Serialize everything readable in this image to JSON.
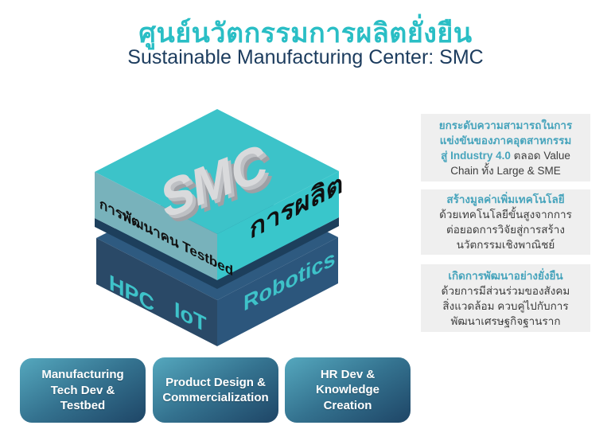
{
  "header": {
    "title_th": "ศูนย์นวัตกรรมการผลิตยั่งยืน",
    "subtitle_en": "Sustainable Manufacturing Center: SMC"
  },
  "cube": {
    "top_layer": {
      "top_label": "SMC",
      "left_label": "การพัฒนาคน Testbed",
      "right_label": "การผลิต"
    },
    "bottom_layer": {
      "left_label_1": "HPC",
      "left_label_2": "IoT",
      "right_label": "Robotics"
    }
  },
  "benefits": [
    {
      "lines": [
        {
          "teal": "ยกระดับความสามารถในการ"
        },
        {
          "teal": "แข่งขันของภาคอุตสาหกรรม"
        },
        {
          "teal": "สู่ Industry 4.0",
          "dark": " ตลอด Value"
        },
        {
          "dark": "Chain ทั้ง Large & SME"
        }
      ]
    },
    {
      "lines": [
        {
          "teal": "สร้างมูลค่าเพิ่มเทคโนโลยี"
        },
        {
          "dark": "ด้วยเทคโนโลยีขั้นสูงจากการ"
        },
        {
          "dark": "ต่อยอดการวิจัยสู่การสร้าง"
        },
        {
          "dark": "นวัตกรรมเชิงพาณิชย์"
        }
      ]
    },
    {
      "lines": [
        {
          "teal": "เกิดการพัฒนาอย่างยั่งยืน"
        },
        {
          "dark": "ด้วยการมีส่วนร่วมของสังคม"
        },
        {
          "dark": "สิ่งแวดล้อม ควบคู่ไปกับการ"
        },
        {
          "dark": "พัฒนาเศรษฐกิจฐานราก"
        }
      ]
    }
  ],
  "pillars": [
    {
      "label": "Manufacturing Tech Dev & Testbed"
    },
    {
      "label": "Product Design & Commercialization"
    },
    {
      "label": "HR Dev & Knowledge Creation"
    }
  ],
  "colors": {
    "title_teal": "#2ABEC5",
    "subtitle_navy": "#1C3C5E",
    "cube_top_teal": "#3CC3C9",
    "cube_left_teal": "#78B2BB",
    "cube_right_teal": "#39C6CB",
    "cube_navy_left": "#2A4967",
    "cube_navy_right": "#2C567C",
    "cube_navy_top": "#2E5A80",
    "benefit_bg": "#EFEFEF",
    "benefit_teal": "#47A4BC",
    "benefit_dark": "#3D3D3D",
    "button_gradient_start": "#55A8BE",
    "button_gradient_end": "#1E4566",
    "face_label_teal": "#3EC2C9",
    "smc_letter_gray": "#D9DADC"
  }
}
